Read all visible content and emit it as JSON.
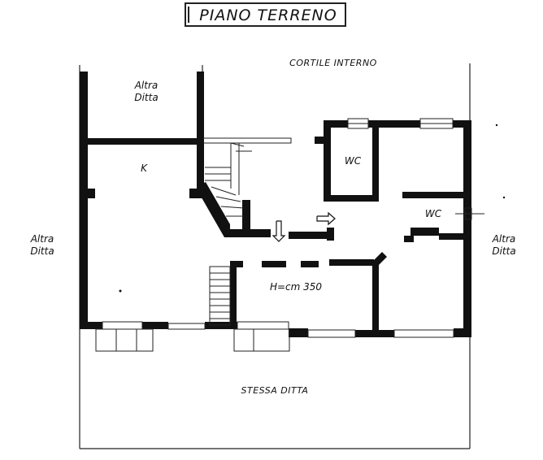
{
  "title": "PIANO TERRENO",
  "labels": {
    "top_court": "CORTILE INTERNO",
    "neighbor_top_line1": "Altra",
    "neighbor_top_line2": "Ditta",
    "neighbor_left_line1": "Altra",
    "neighbor_left_line2": "Ditta",
    "neighbor_right_line1": "Altra",
    "neighbor_right_line2": "Ditta",
    "kitchen": "K",
    "wc_1": "WC",
    "wc_2": "WC",
    "height_note": "H=cm  350",
    "bottom_area": "STESSA DITTA"
  },
  "colors": {
    "wall": "#111111",
    "line": "#222222",
    "background": "#ffffff"
  }
}
